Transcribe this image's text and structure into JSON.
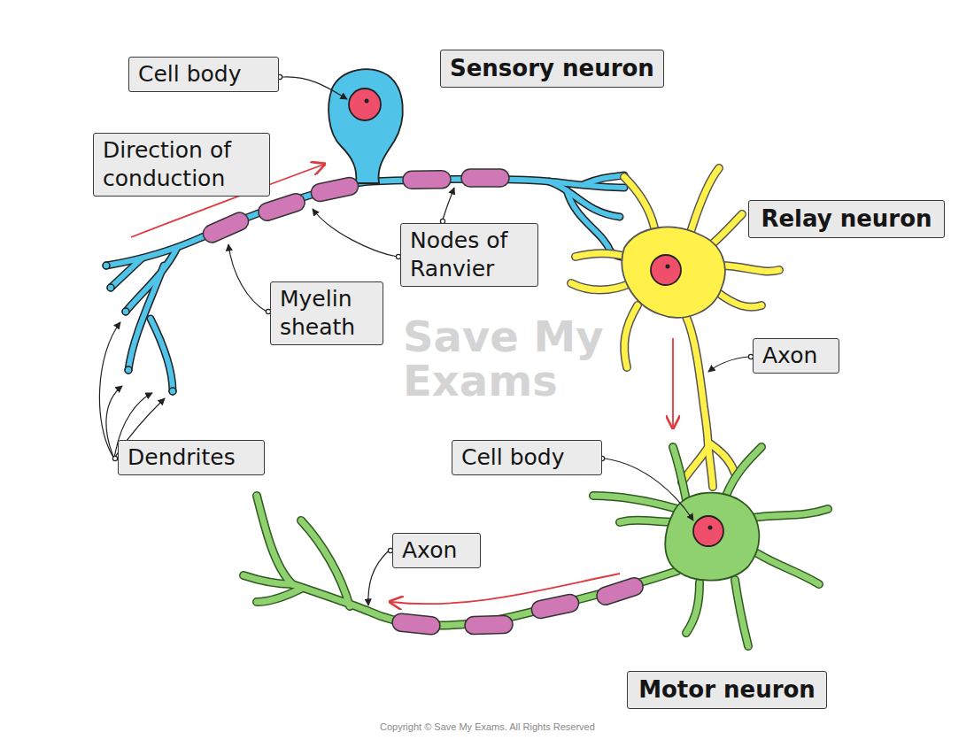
{
  "diagram": {
    "nodes": [
      {
        "text": [
          "Cell body"
        ]
      },
      {
        "text": [
          "Sensory neuron"
        ]
      },
      {
        "text": [
          "Direction of conduction"
        ]
      },
      {
        "text": [
          "Relay neuron"
        ]
      },
      {
        "text": [
          "Nodes of Ranvier"
        ]
      },
      {
        "text": [
          "Myelin sheath"
        ]
      },
      {
        "text": [
          "Axon"
        ]
      },
      {
        "text": [
          "Dendrites"
        ]
      },
      {
        "text": [
          "Cell body"
        ]
      },
      {
        "text": [
          "Axon"
        ]
      },
      {
        "text": [
          "Motor neuron"
        ]
      }
    ],
    "labels": [
      "Save My Exams",
      "Copyright © Save My Exams. All Rights Reserved"
    ]
  }
}
